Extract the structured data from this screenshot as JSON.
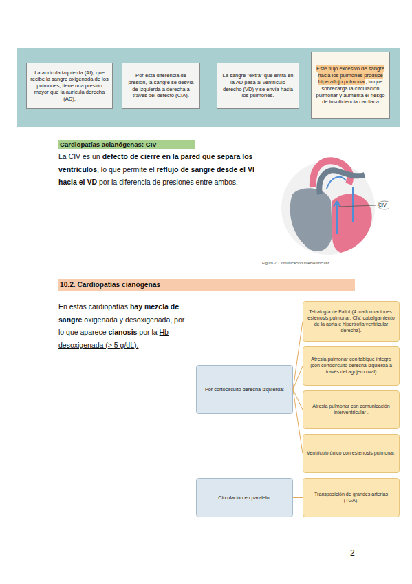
{
  "diagram": {
    "caption": "Figura 2. Comunicación interventricular.",
    "nodes": [
      {
        "text": [
          "La aurícula izquierda (AI), que recibe la sangre oxigenada de los pulmones, tiene una presión mayor que la aurícula derecha (AD)."
        ]
      },
      {
        "text": [
          "Por esta diferencia de presión, la sangre se desvía de izquierda a derecha a través del defecto (CIA)."
        ]
      },
      {
        "text": [
          "La sangre \"extra\" que entra en la AD pasa al ventrículo derecho (VD) y se envía hacia los pulmones."
        ]
      },
      {
        "text": [
          "Este flujo excesivo de sangre hacia los pulmones produce hiperaflujo pulmonar, lo que sobrecarga la circulación pulmonar y aumenta el riesgo de insuficiencia cardiaca"
        ]
      },
      {
        "text": [
          "Por cortocircuito derecha-izquierda:"
        ]
      },
      {
        "text": [
          "Tetralogía de Fallot (4 malformaciones: estenosis pulmonar, CIV, cabalgamiento de la aorta e hipertrofia ventricular derecha)."
        ]
      },
      {
        "text": [
          "Atresia pulmonar con tabique íntegro (con cortocircuito derecha-izquierda a través del agujero oval)"
        ]
      },
      {
        "text": [
          "Atresia pulmonar con comunicación interventricular ."
        ]
      },
      {
        "text": [
          "Ventrículo único con estenosis pulmonar."
        ]
      },
      {
        "text": [
          "Circulación en paralelo:"
        ]
      },
      {
        "text": [
          "Transposición de grandes arterias (TGA)."
        ]
      }
    ],
    "edges": [
      {
        "from": 4,
        "to": 5,
        "arrow": "none"
      },
      {
        "from": 4,
        "to": 6,
        "arrow": "none"
      },
      {
        "from": 4,
        "to": 7,
        "arrow": "none"
      },
      {
        "from": 4,
        "to": 8,
        "arrow": "none"
      },
      {
        "from": 9,
        "to": 10,
        "arrow": "none"
      }
    ],
    "labels": [
      "Cardiopatías acianógenas: CIV",
      "La CIV es un defecto de cierre en la pared que separa los ventrículos, lo que permite el reflujo de sangre desde el VI hacia el VD por la diferencia de presiones entre ambos.",
      "CIV",
      "10.2. Cardiopatías cianógenas",
      "En estas cardiopatías hay mezcla de sangre oxigenada y desoxigenada, por lo que aparece cianosis por la Hb desoxigenada (> 5 g/dL).",
      "2"
    ]
  }
}
